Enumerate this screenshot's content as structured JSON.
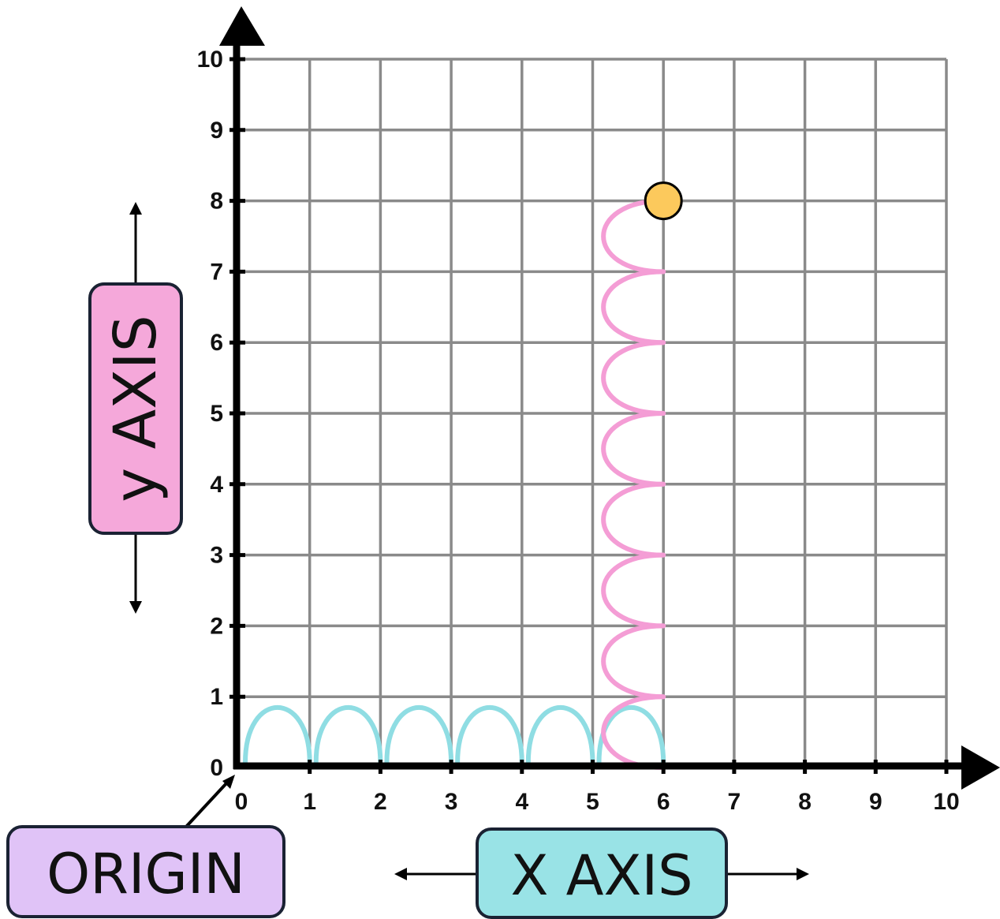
{
  "chart_data": {
    "type": "diagram",
    "x_ticks": [
      "0",
      "1",
      "2",
      "3",
      "4",
      "5",
      "6",
      "7",
      "8",
      "9",
      "10"
    ],
    "y_ticks": [
      "0",
      "1",
      "2",
      "3",
      "4",
      "5",
      "6",
      "7",
      "8",
      "9",
      "10"
    ],
    "xlim": [
      0,
      10
    ],
    "ylim": [
      0,
      10
    ],
    "grid": true,
    "x_hops": {
      "from": 0,
      "to": 6,
      "step": 1,
      "color": "#8fdde3"
    },
    "y_hops": {
      "x": 6,
      "from": 0,
      "to": 8,
      "step": 1,
      "color": "#f49dd5"
    },
    "point": {
      "x": 6,
      "y": 8,
      "color": "#fcc95c"
    }
  },
  "labels": {
    "y_axis": "y AXIS",
    "x_axis": "X AXIS",
    "origin": "ORIGIN"
  },
  "colors": {
    "y_badge": "#f5a8da",
    "x_badge": "#99e3e6",
    "origin_badge": "#e0c3f7",
    "badge_border": "#1a2233",
    "grid": "#8a8a8a",
    "axis": "#000000"
  }
}
